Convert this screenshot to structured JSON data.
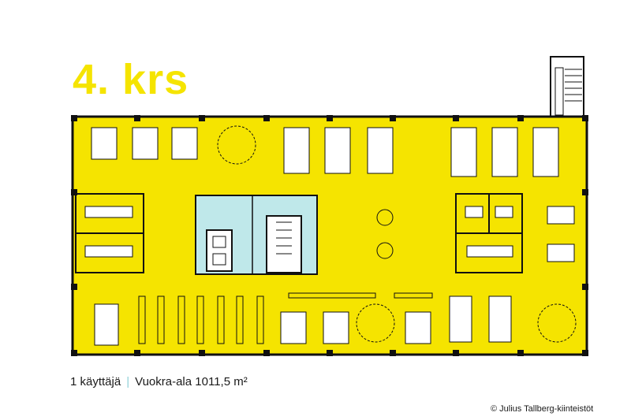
{
  "floor_title": "4. krs",
  "caption": {
    "users": "1 käyttäjä",
    "separator": "|",
    "area": "Vuokra-ala 1011,5 m²"
  },
  "copyright": "© Julius Tallberg-kiinteistöt",
  "colors": {
    "floor": "#f5e400",
    "core": "#bfe8ea",
    "walls": "#111111",
    "accent_title": "#f5e400",
    "separator": "#8ecfd8"
  }
}
